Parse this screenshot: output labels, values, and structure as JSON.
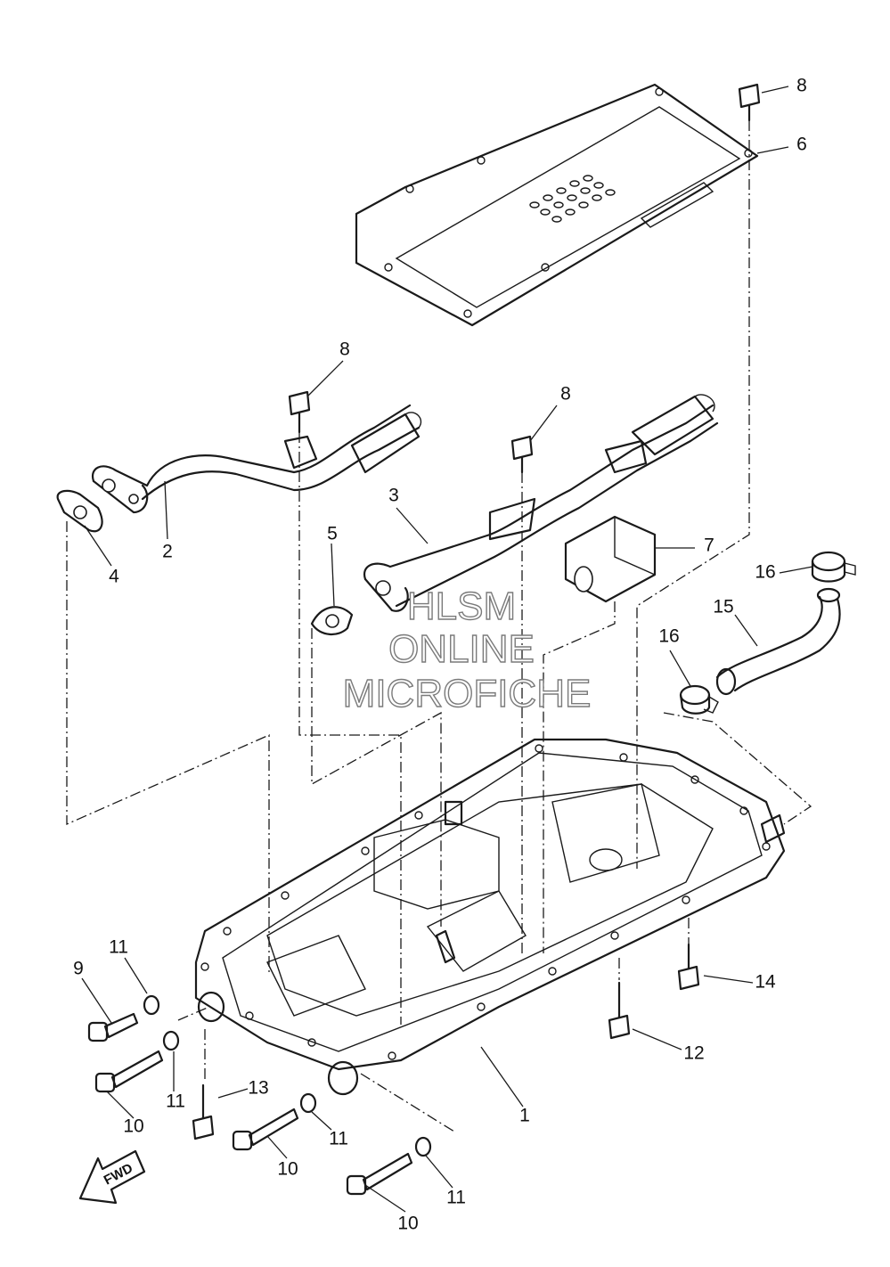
{
  "watermark": {
    "line1": "HLSM",
    "line2": "ONLINE",
    "line3": "MICROFICHE"
  },
  "direction_arrow": {
    "label": "FWD"
  },
  "callouts": [
    {
      "id": "c8a",
      "text": "8"
    },
    {
      "id": "c6",
      "text": "6"
    },
    {
      "id": "c8b",
      "text": "8"
    },
    {
      "id": "c8c",
      "text": "8"
    },
    {
      "id": "c3",
      "text": "3"
    },
    {
      "id": "c5",
      "text": "5"
    },
    {
      "id": "c7",
      "text": "7"
    },
    {
      "id": "c2",
      "text": "2"
    },
    {
      "id": "c4",
      "text": "4"
    },
    {
      "id": "c16a",
      "text": "16"
    },
    {
      "id": "c15",
      "text": "15"
    },
    {
      "id": "c16b",
      "text": "16"
    },
    {
      "id": "c11a",
      "text": "11"
    },
    {
      "id": "c9",
      "text": "9"
    },
    {
      "id": "c14",
      "text": "14"
    },
    {
      "id": "c12",
      "text": "12"
    },
    {
      "id": "c13",
      "text": "13"
    },
    {
      "id": "c11b",
      "text": "11"
    },
    {
      "id": "c10a",
      "text": "10"
    },
    {
      "id": "c1",
      "text": "1"
    },
    {
      "id": "c11c",
      "text": "11"
    },
    {
      "id": "c10b",
      "text": "10"
    },
    {
      "id": "c11d",
      "text": "11"
    },
    {
      "id": "c10c",
      "text": "10"
    }
  ]
}
